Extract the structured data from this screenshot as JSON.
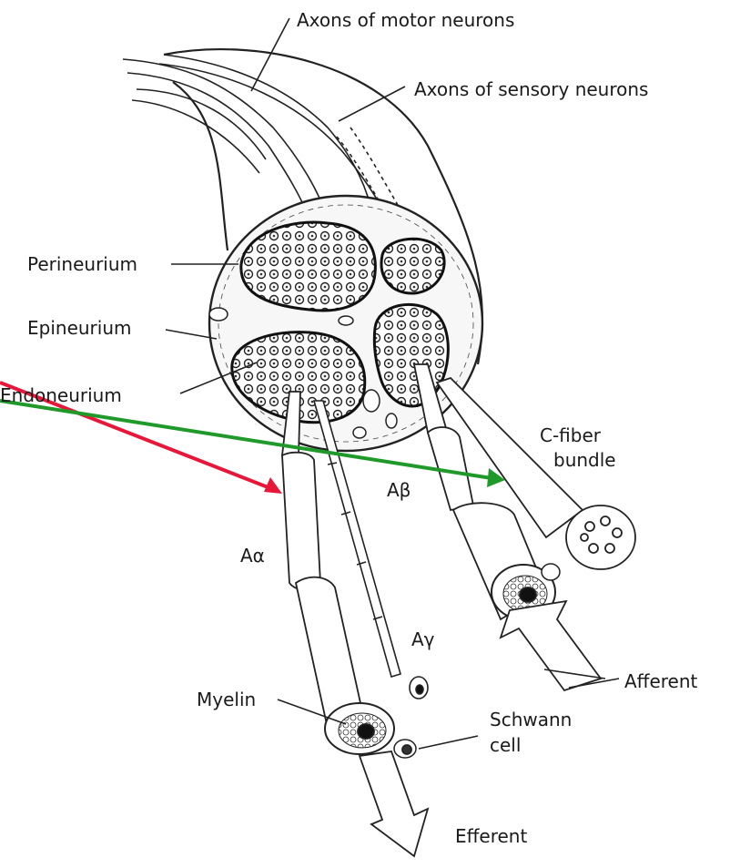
{
  "labels": {
    "axons_motor": "Axons of motor neurons",
    "axons_sensory": "Axons of sensory neurons",
    "perineurium": "Perineurium",
    "epineurium": "Epineurium",
    "endoneurium": "Endoneurium",
    "c_fiber_line1": "C-fiber",
    "c_fiber_line2": "bundle",
    "a_beta": "Aβ",
    "a_alpha": "Aα",
    "a_gamma": "Aγ",
    "myelin": "Myelin",
    "schwann_line1": "Schwann",
    "schwann_line2": "cell",
    "afferent": "Afferent",
    "efferent": "Efferent"
  },
  "arrows": {
    "red_color": "#e8173a",
    "green_color": "#1f9a2a"
  }
}
